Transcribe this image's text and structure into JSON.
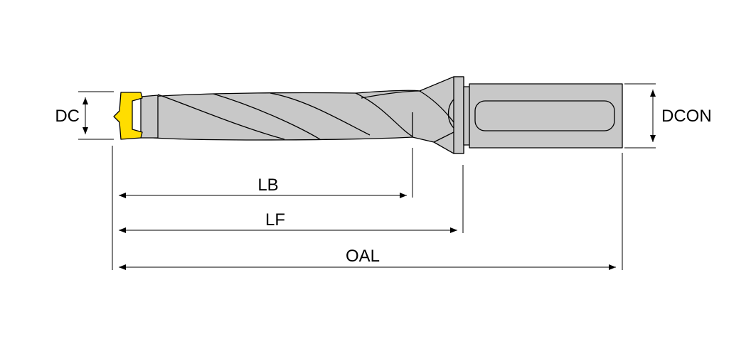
{
  "labels": {
    "dc": "DC",
    "dcon": "DCON",
    "lb": "LB",
    "lf": "LF",
    "oal": "OAL"
  },
  "colors": {
    "body_gray": "#c8c8c8",
    "outline": "#000000",
    "insert_yellow": "#ffdd00",
    "background": "#ffffff"
  }
}
